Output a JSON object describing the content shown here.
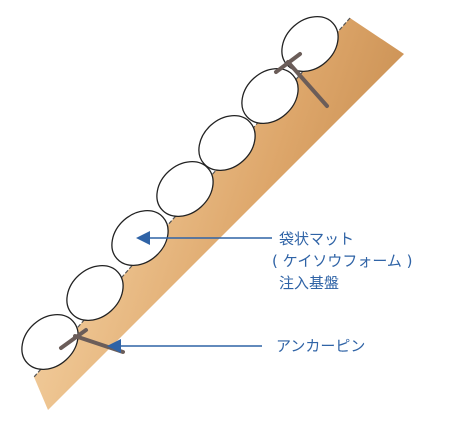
{
  "labels": {
    "mat_line1": "袋状マット",
    "mat_line2": "( ケイソウフォーム )",
    "mat_line3": "注入基盤",
    "anchor": "アンカーピン"
  },
  "colors": {
    "slope_light": "#f7dcb7",
    "slope_mid": "#e7b77e",
    "slope_dark": "#c99050",
    "mat_outline": "#222222",
    "pin": "#6b5d59",
    "callout": "#2f63a6",
    "edge_line": "#555555"
  }
}
